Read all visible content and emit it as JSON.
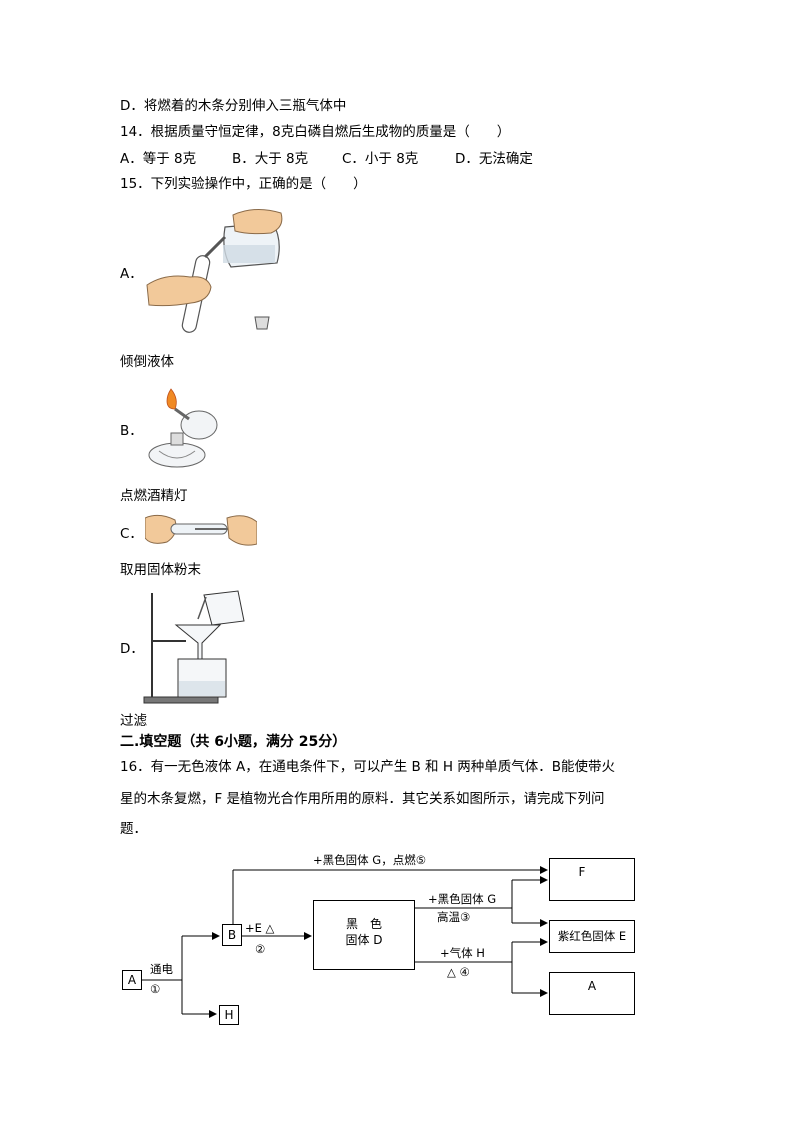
{
  "q13": {
    "option_d": "D．将燃着的木条分别伸入三瓶气体中"
  },
  "q14": {
    "stem": "14．根据质量守恒定律，8克白磷自燃后生成物的质量是（　　）",
    "options": [
      "A．等于 8克",
      "B．大于 8克",
      "C．小于 8克",
      "D．无法确定"
    ]
  },
  "q15": {
    "stem": "15．下列实验操作中，正确的是（　　）",
    "options": [
      {
        "letter": "A．",
        "caption": "倾倒液体"
      },
      {
        "letter": "B．",
        "caption": "点燃酒精灯"
      },
      {
        "letter": "C．",
        "caption": "取用固体粉末"
      },
      {
        "letter": "D．",
        "caption": "过滤"
      }
    ]
  },
  "section2": {
    "heading": "二.填空题（共 6小题，满分 25分）"
  },
  "q16": {
    "line1": "16．有一无色液体 A，在通电条件下，可以产生 B 和 H 两种单质气体．B能使带火",
    "line2": "星的木条复燃，F 是植物光合作用所用的原料．其它关系如图所示，请完成下列问",
    "line3": "题．"
  },
  "diagram": {
    "nodes": {
      "A": "A",
      "B": "B",
      "H": "H",
      "D_line1": "黑　色",
      "D_line2": "固体 D",
      "F": "F",
      "E": "紫红色固体 E",
      "A2": "A"
    },
    "edges": {
      "e1_top": "通电",
      "e1_bottom": "①",
      "e2_top": "+E △",
      "e2_bottom": "②",
      "e3_top": "+黑色固体 G",
      "e3_bottom": "高温③",
      "e4_top": "+气体 H",
      "e4_bottom": "△ ④",
      "e5_top": "+黑色固体 G，点燃⑤"
    }
  }
}
